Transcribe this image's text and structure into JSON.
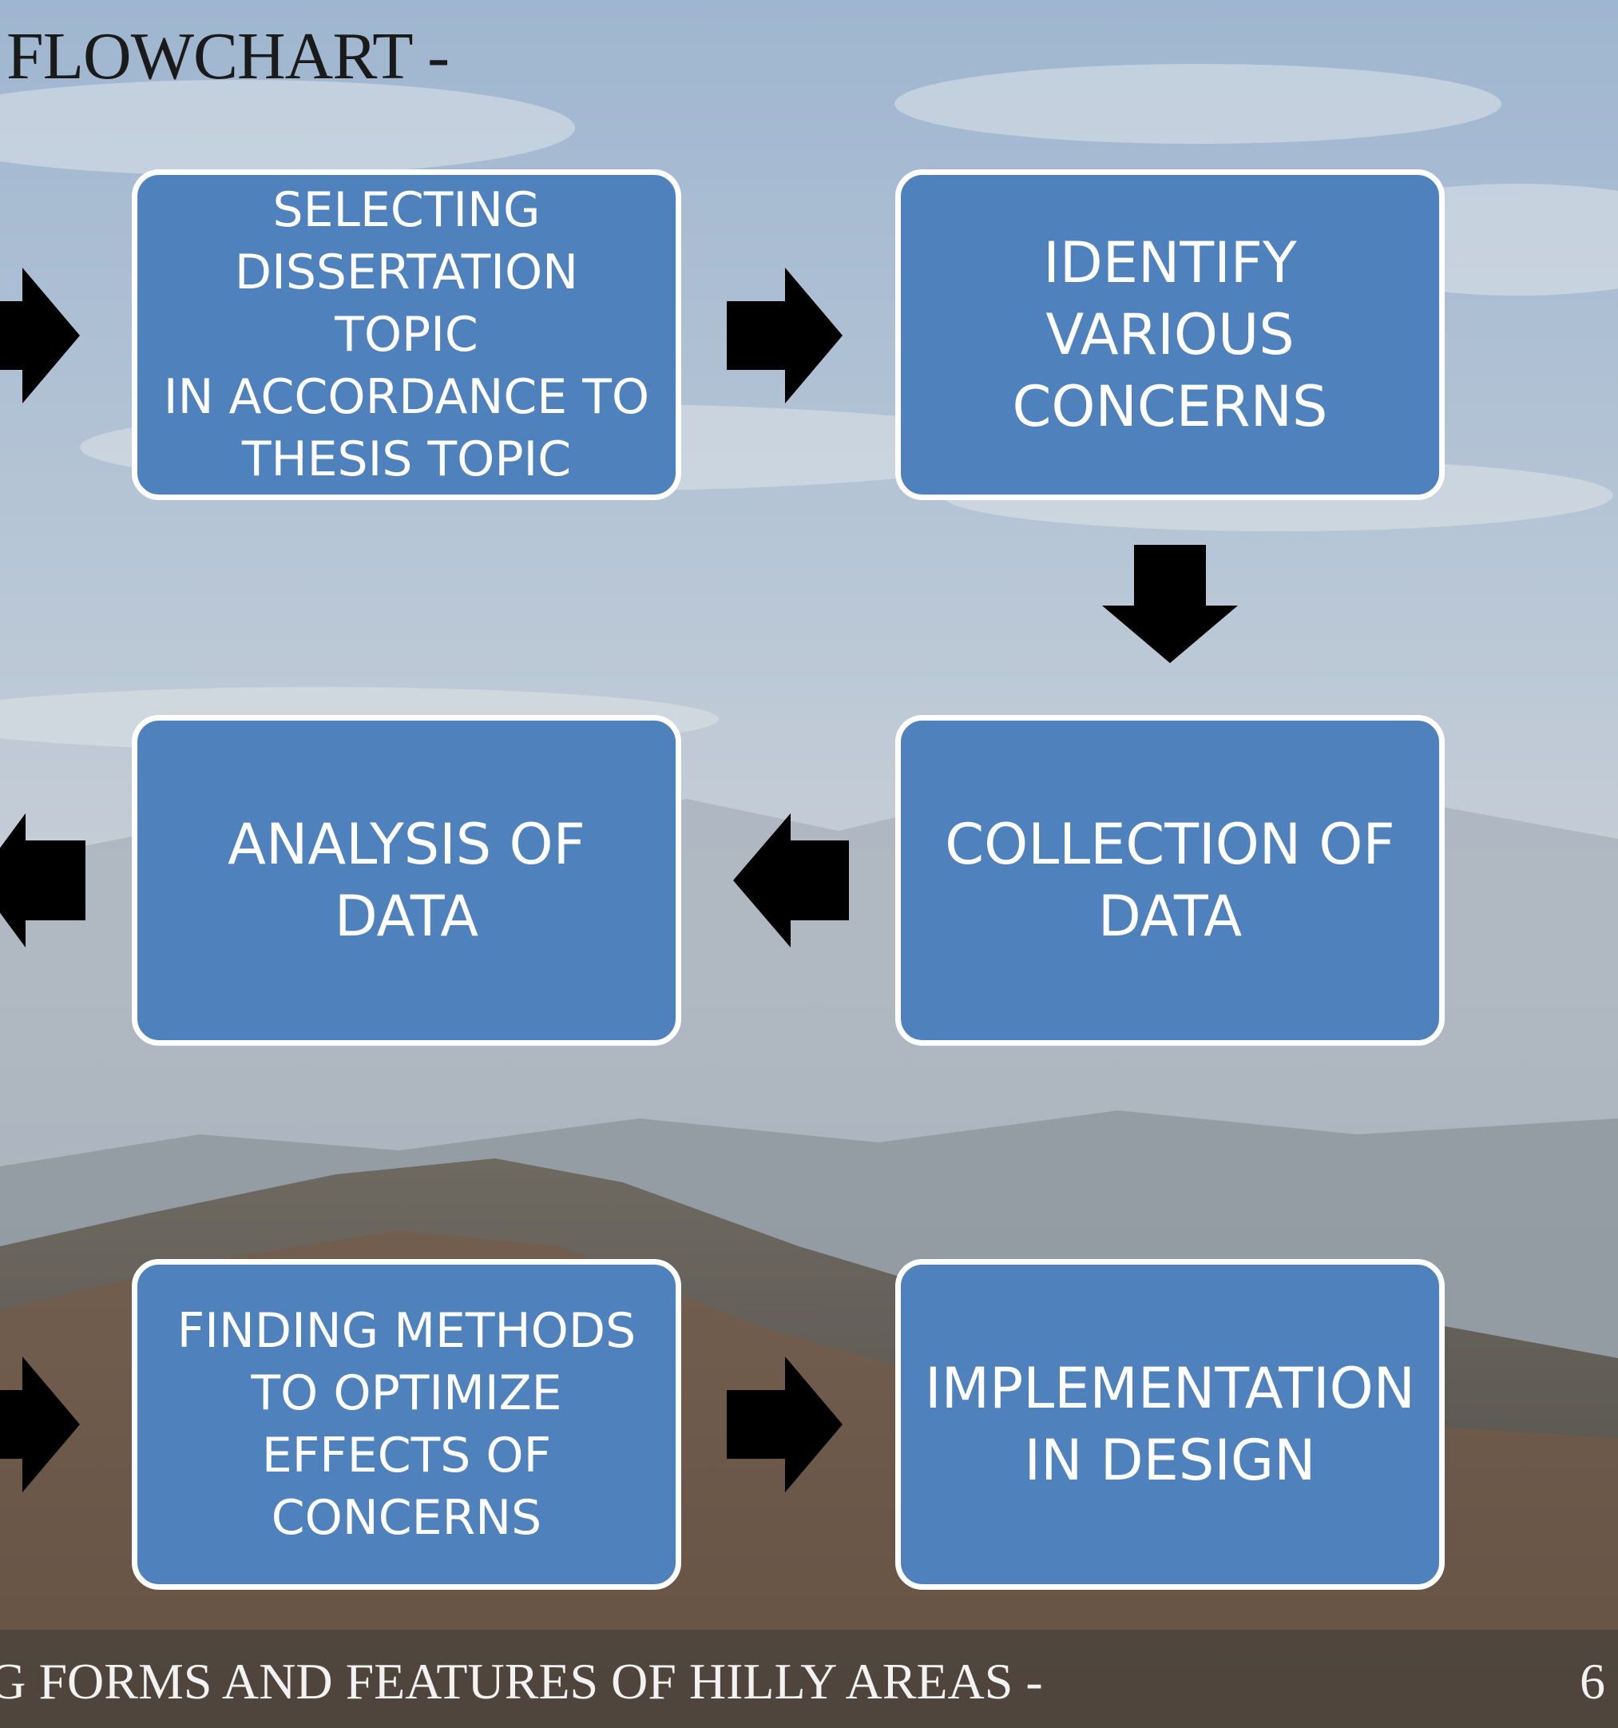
{
  "slide": {
    "title": "FLOWCHART -",
    "footer": "NG FORMS AND FEATURES OF HILLY AREAS -",
    "page_number": "6"
  },
  "steps": {
    "selecting": "SELECTING\nDISSERTATION TOPIC\nIN ACCORDANCE TO\nTHESIS TOPIC",
    "identify": "IDENTIFY\nVARIOUS\nCONCERNS",
    "collection": "COLLECTION OF\nDATA",
    "analysis": "ANALYSIS OF\nDATA",
    "finding": "FINDING METHODS\nTO OPTIMIZE\nEFFECTS OF\nCONCERNS",
    "implementation": "IMPLEMENTATION\nIN DESIGN"
  },
  "colors": {
    "box_fill": "#4f81bd",
    "box_border": "#ffffff",
    "arrow": "#000000"
  }
}
